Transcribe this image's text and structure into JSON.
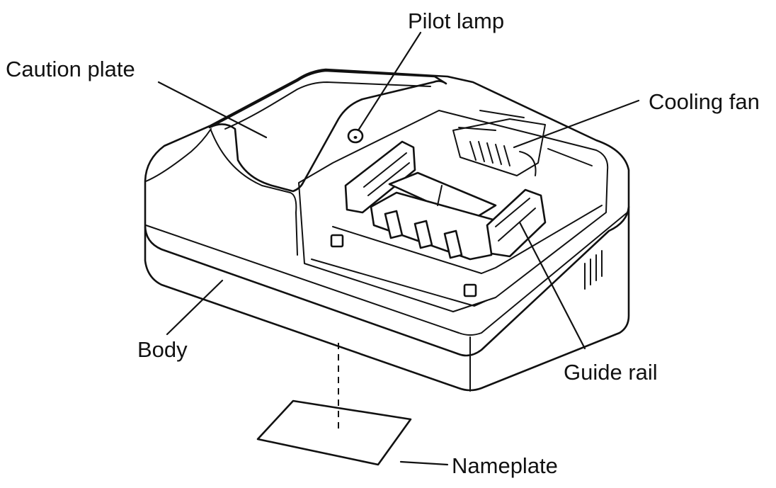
{
  "labels": {
    "pilot_lamp": "Pilot lamp",
    "caution_plate": "Caution plate",
    "cooling_fan": "Cooling fan",
    "body": "Body",
    "guide_rail": "Guide rail",
    "nameplate": "Nameplate"
  },
  "colors": {
    "line": "#111111",
    "background": "#ffffff"
  }
}
